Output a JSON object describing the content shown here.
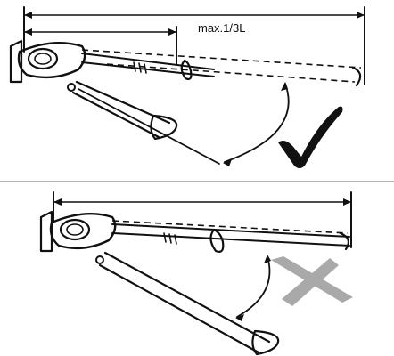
{
  "top_panel": {
    "measurement_label": "max.1/3L",
    "verdict": "correct"
  },
  "bottom_panel": {
    "verdict": "incorrect"
  },
  "colors": {
    "ink": "#111111",
    "divider": "#9a9a9a",
    "cross": "#a9a9a9"
  },
  "icons": {
    "check": "checkmark-icon",
    "cross": "cross-icon"
  }
}
